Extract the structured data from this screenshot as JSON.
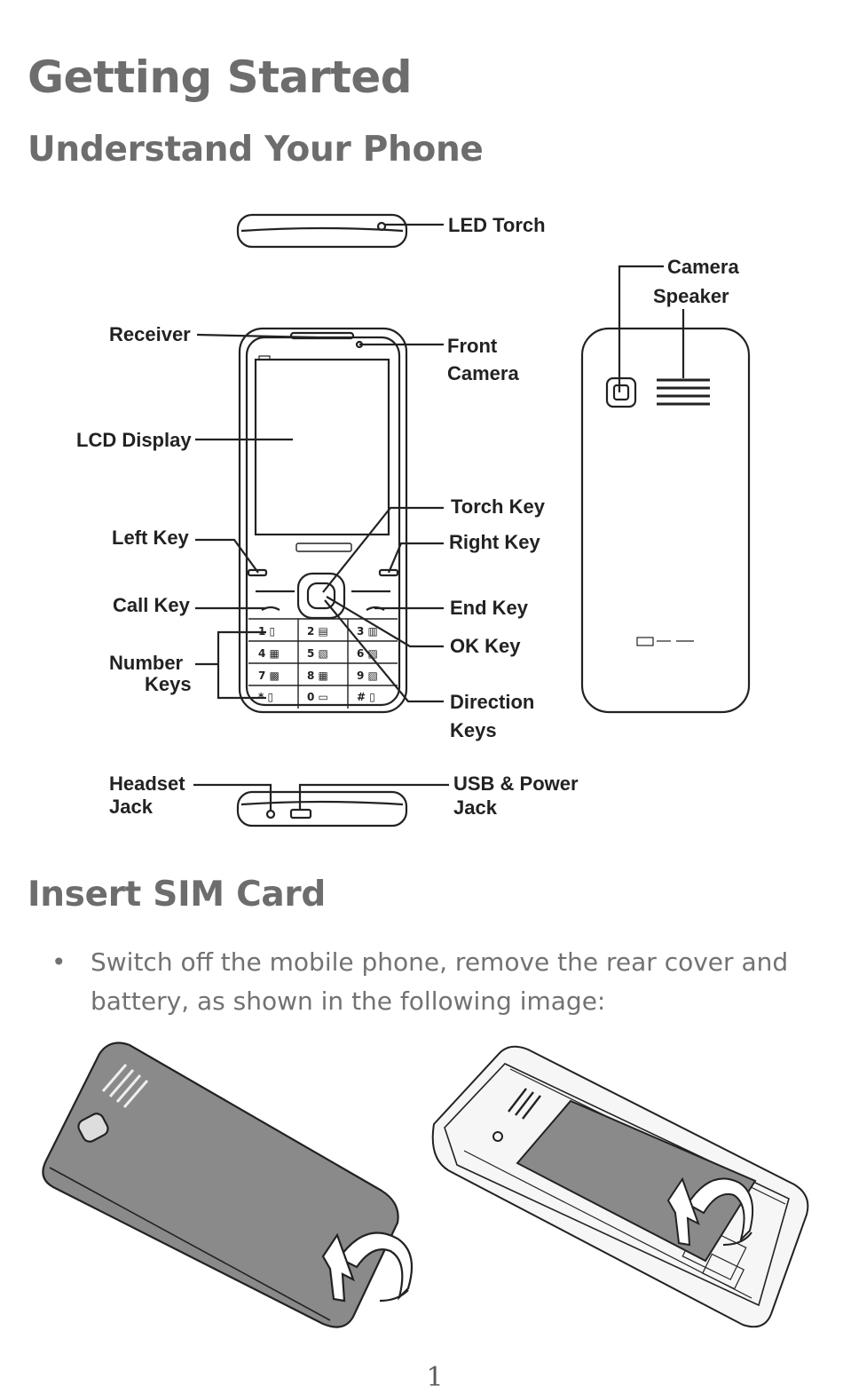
{
  "page": {
    "title": "Getting Started",
    "section1": "Understand Your Phone",
    "section2": "Insert SIM Card",
    "bullet_symbol": "•",
    "bullet1": "Switch off the mobile phone, remove the rear cover and battery, as shown in the following image:",
    "page_number": "1"
  },
  "diagram": {
    "led_torch": "LED Torch",
    "camera": "Camera",
    "speaker": "Speaker",
    "receiver": "Receiver",
    "front_camera_1": "Front",
    "front_camera_2": "Camera",
    "lcd_display": "LCD Display",
    "torch_key": "Torch Key",
    "left_key": "Left Key",
    "right_key": "Right Key",
    "call_key": "Call Key",
    "end_key": "End Key",
    "ok_key": "OK Key",
    "number_keys_1": "Number",
    "number_keys_2": "Keys",
    "direction_keys_1": "Direction",
    "direction_keys_2": "Keys",
    "headset_jack_1": "Headset",
    "headset_jack_2": "Jack",
    "usb_power_jack_1": "USB & Power",
    "usb_power_jack_2": "Jack"
  },
  "colors": {
    "heading": "#6d6d6d",
    "body_text": "#727272",
    "diagram_line": "#222222",
    "cover_gray": "#8a8a8a"
  }
}
